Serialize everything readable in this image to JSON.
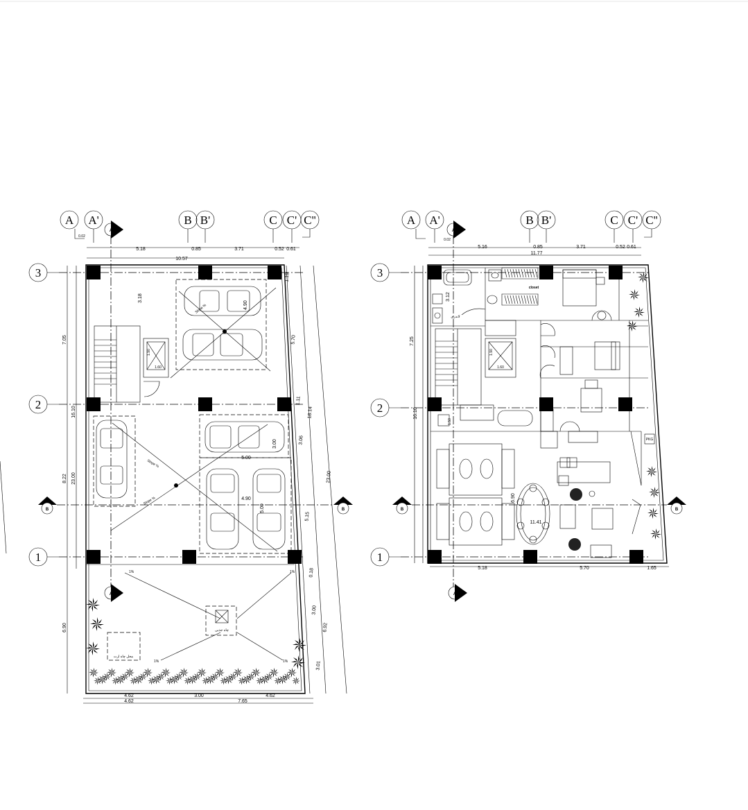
{
  "grid": {
    "top_labels": [
      "A",
      "A'",
      "B",
      "B'",
      "C",
      "C'",
      "C''"
    ],
    "side_labels": [
      "3",
      "2",
      "1"
    ],
    "section_mark": "A",
    "section_mark_side": "B"
  },
  "left_plan": {
    "top_dims": [
      "5.18",
      "0.85",
      "3.71",
      "0.52",
      "0.61"
    ],
    "top_total": "10.57",
    "small_offset": "0.02",
    "left_dims": [
      "7.05",
      "8.22",
      "6.90"
    ],
    "left_totals": [
      "16.10",
      "23.00"
    ],
    "right_dims": [
      "1.19",
      "5.70",
      "1.11",
      "18.14",
      "3.06",
      "5.15",
      "0.18",
      "3.00",
      "3.01"
    ],
    "right_totals": [
      "23.00",
      "6.92"
    ],
    "bottom_dims": [
      "4.62",
      "3.00",
      "7.65",
      "4.62"
    ],
    "bottom_total": "4.62",
    "inner_dims": [
      "3.18",
      "4.90",
      "1.90",
      "1.60",
      "3.00",
      "5.00",
      "4.90",
      "5.00"
    ],
    "slope_labels": [
      "1%",
      "1%",
      "1%",
      "1%"
    ],
    "slope_text": "Slope %",
    "fountain_label": "چاه جذبی",
    "earth_label": "محل چاه ارت"
  },
  "right_plan": {
    "top_dims": [
      "5.16",
      "0.85",
      "3.71",
      "0.52",
      "0.61"
    ],
    "top_total": "11.77",
    "small_offset": "0.02",
    "left_dims": [
      "7.25",
      "16.10"
    ],
    "inner_dims": [
      "3.12",
      "1.90",
      "1.60",
      "6.90",
      "11.41",
      "1.50"
    ],
    "bottom_dims": [
      "5.18",
      "5.70",
      "1.65"
    ],
    "closet_label": "closet",
    "room_label": "لاندرى",
    "pkg_label": "PKG"
  }
}
